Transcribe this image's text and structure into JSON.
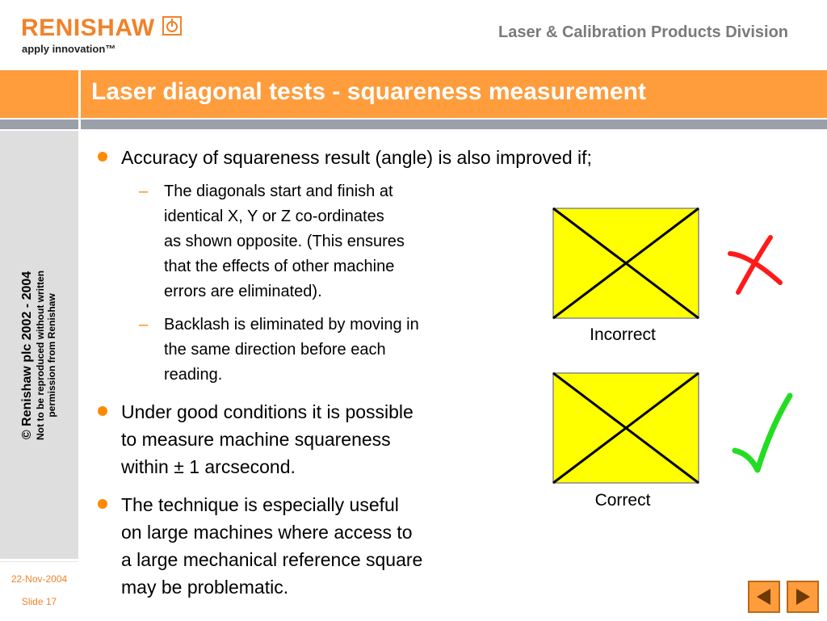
{
  "header": {
    "logo_text": "RENISHAW",
    "logo_tagline": "apply innovation™",
    "division": "Laser & Calibration Products Division"
  },
  "title": "Laser diagonal tests - squareness measurement",
  "sidebar": {
    "copyright_line1": "© Renishaw plc 2002 - 2004",
    "copyright_line2": "Not to be reproduced without written",
    "copyright_line3": "permission from Renishaw",
    "date": "22-Nov-2004",
    "slide": "Slide 17"
  },
  "content": {
    "bullet1": "Accuracy of squareness result (angle) is also improved if;",
    "sub1_lines": [
      "The diagonals start and finish at",
      "identical X, Y or Z co-ordinates",
      "as shown opposite. (This ensures",
      "that the effects of other machine",
      "errors are eliminated)."
    ],
    "sub2_lines": [
      "Backlash is eliminated by moving in",
      "the same direction before each",
      "reading."
    ],
    "bullet2_lines": [
      "Under good conditions it is possible",
      "to measure machine squareness",
      "within ± 1 arcsecond."
    ],
    "bullet3_lines": [
      "The technique is especially useful",
      "on large machines where access to",
      "a large mechanical reference square",
      "may be problematic."
    ],
    "sub_marker": "–"
  },
  "figures": {
    "incorrect_label": "Incorrect",
    "correct_label": "Correct",
    "box_fill": "#ffff00",
    "cross_color": "#ff1a1a",
    "tick_color": "#22dd22"
  },
  "colors": {
    "accent": "#ff9c3c",
    "bullet": "#ff8a00",
    "logo": "#f0822a"
  },
  "nav": {
    "prev_icon": "triangle-left-icon",
    "next_icon": "triangle-right-icon"
  }
}
